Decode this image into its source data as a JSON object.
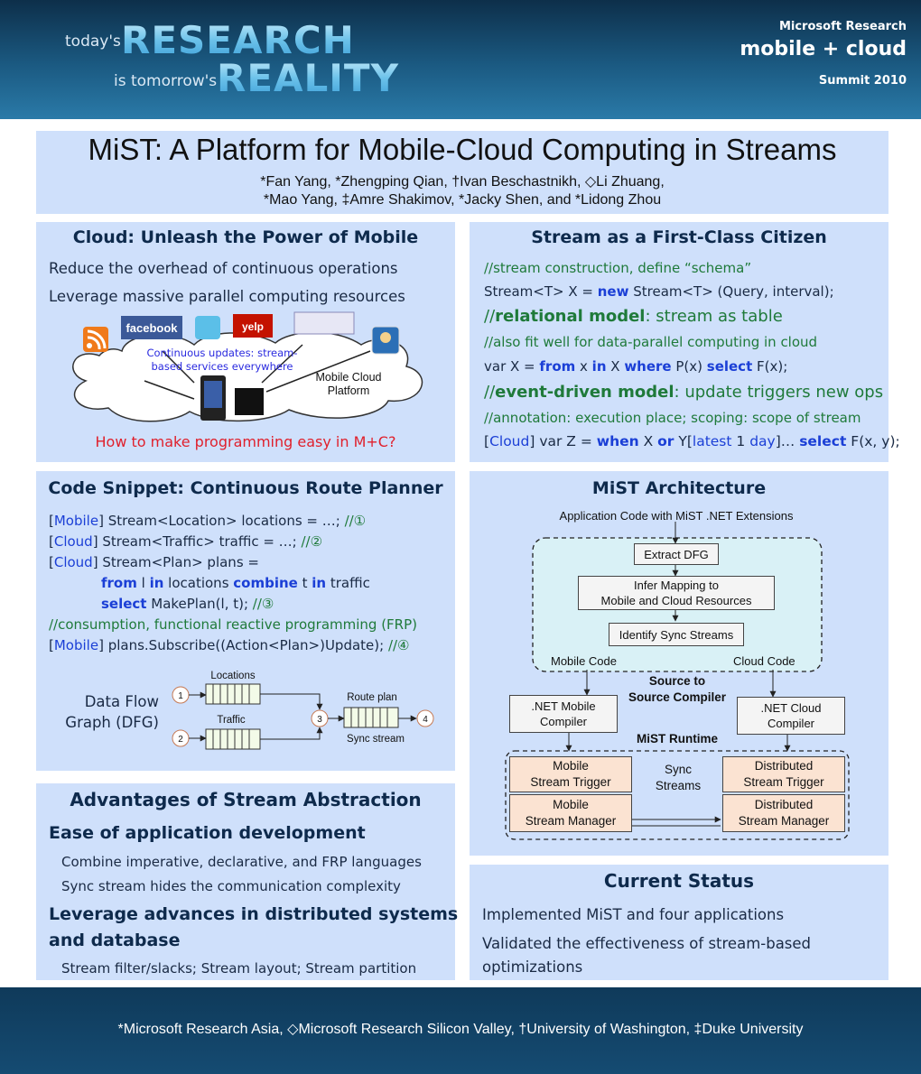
{
  "header": {
    "todays": "today's",
    "research": "RESEARCH",
    "is_tomorrows": "is tomorrow's",
    "reality": "REALITY",
    "org": "Microsoft Research",
    "event": "mobile + cloud",
    "summit": "Summit 2010"
  },
  "title": {
    "main": "MiST: A Platform for Mobile-Cloud Computing in Streams",
    "authors_line1": "*Fan Yang, *Zhengping Qian, †Ivan Beschastnikh, ◇Li Zhuang,",
    "authors_line2": "*Mao Yang, ‡Amre Shakimov, *Jacky Shen, and *Lidong Zhou"
  },
  "cloud_panel": {
    "title": "Cloud: Unleash the Power of Mobile",
    "line1": "Reduce the overhead of continuous operations",
    "line2": "Leverage massive parallel computing resources",
    "cloud_caption1": "Continuous updates: stream-",
    "cloud_caption2": "based services everywhere",
    "platform1": "Mobile Cloud",
    "platform2": "Platform",
    "facebook": "facebook",
    "yelp": "yelp",
    "question": "How to make programming easy in M+C?"
  },
  "stream_panel": {
    "title": "Stream as a First-Class Citizen",
    "c1": "//stream construction, define “schema”",
    "l1a": "Stream<T> X = ",
    "l1kw": "new",
    "l1b": " Stream<T> (Query, interval);",
    "c2a": "//",
    "c2b": "relational model",
    "c2c": ": stream as table",
    "c3": "//also fit well for data-parallel computing in cloud",
    "l2a": "var X = ",
    "l2kw1": "from",
    "l2b": " x ",
    "l2kw2": "in",
    "l2c": " X ",
    "l2kw3": "where",
    "l2d": " P(x) ",
    "l2kw4": "select",
    "l2e": " F(x);",
    "c4a": "//",
    "c4b": "event-driven model",
    "c4c": ": update triggers new ops",
    "c5": "//annotation: execution place; scoping: scope of stream",
    "l3a": "[",
    "l3cloud": "Cloud",
    "l3b": "] var Z = ",
    "l3kw1": "when",
    "l3c": " X ",
    "l3kw2": "or",
    "l3d": " Y[",
    "l3latest": "latest",
    "l3e": " 1 ",
    "l3day": "day",
    "l3f": "]… ",
    "l3kw3": "select",
    "l3g": " F(x, y);"
  },
  "code_panel": {
    "title": "Code Snippet: Continuous Route Planner",
    "r1a": "[",
    "r1tag": "Mobile",
    "r1b": "] Stream<Location> locations = …; ",
    "r1c": "//①",
    "r2a": "[",
    "r2tag": "Cloud",
    "r2b": "] Stream<Traffic> traffic = …; ",
    "r2c": "//②",
    "r3a": "[",
    "r3tag": "Cloud",
    "r3b": "] Stream<Plan> plans =",
    "r4kw1": "from",
    "r4a": " l ",
    "r4kw2": "in",
    "r4b": " locations ",
    "r4kw3": "combine",
    "r4c": " t ",
    "r4kw4": "in",
    "r4d": " traffic",
    "r5kw": "select",
    "r5a": " MakePlan(l, t);  ",
    "r5c": "//③",
    "r6": "//consumption, functional reactive programming (FRP)",
    "r7a": "[",
    "r7tag": "Mobile",
    "r7b": "] plans.Subscribe((Action<Plan>)Update); ",
    "r7c": "//④",
    "dfg_label1": "Data Flow",
    "dfg_label2": "Graph (DFG)",
    "locations": "Locations",
    "traffic": "Traffic",
    "route_plan": "Route plan",
    "sync_stream": "Sync stream",
    "n1": "1",
    "n2": "2",
    "n3": "3",
    "n4": "4"
  },
  "arch_panel": {
    "title": "MiST Architecture",
    "app_code": "Application Code with MiST .NET Extensions",
    "extract": "Extract DFG",
    "infer1": "Infer Mapping to",
    "infer2": "Mobile and Cloud Resources",
    "identify": "Identify Sync Streams",
    "mobile_code": "Mobile Code",
    "cloud_code": "Cloud Code",
    "s2s1": "Source to",
    "s2s2": "Source Compiler",
    "net_mobile1": ".NET Mobile",
    "net_mobile2": "Compiler",
    "net_cloud1": ".NET Cloud",
    "net_cloud2": "Compiler",
    "runtime": "MiST Runtime",
    "mst1": "Mobile",
    "mst2": "Stream Trigger",
    "sync1": "Sync",
    "sync2": "Streams",
    "dst1": "Distributed",
    "dst2": "Stream Trigger",
    "msm1": "Mobile",
    "msm2": "Stream Manager",
    "dsm1": "Distributed",
    "dsm2": "Stream Manager"
  },
  "adv_panel": {
    "title": "Advantages of Stream Abstraction",
    "h1": "Ease of application development",
    "i1": "Combine imperative, declarative, and FRP languages",
    "i2": "Sync stream hides the communication complexity",
    "h2a": "Leverage advances in distributed systems",
    "h2b": "and database",
    "i3": "Stream filter/slacks; Stream layout; Stream partition"
  },
  "status_panel": {
    "title": "Current Status",
    "l1": "Implemented MiST and four applications",
    "l2": "Validated the effectiveness of stream-based",
    "l3": "optimizations"
  },
  "footer": {
    "text": "*Microsoft Research Asia, ◇Microsoft Research Silicon Valley, †University of Washington, ‡Duke University"
  }
}
